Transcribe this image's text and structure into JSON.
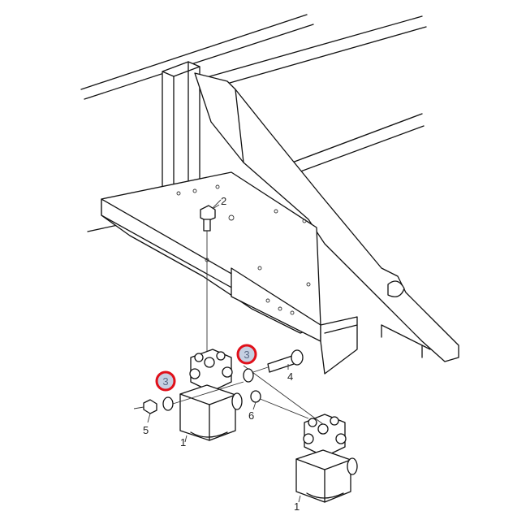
{
  "diagram": {
    "callouts": [
      {
        "id": "c1a",
        "label": "1"
      },
      {
        "id": "c1b",
        "label": "1"
      },
      {
        "id": "c2",
        "label": "2"
      },
      {
        "id": "c3a",
        "label": "3",
        "highlighted": true
      },
      {
        "id": "c3b",
        "label": "3",
        "highlighted": true
      },
      {
        "id": "c4",
        "label": "4"
      },
      {
        "id": "c5",
        "label": "5"
      },
      {
        "id": "c6",
        "label": "6"
      }
    ],
    "colors": {
      "highlight_ring": "#e0101a",
      "highlight_fill": "#c5d0e2",
      "line": "#111111"
    }
  }
}
